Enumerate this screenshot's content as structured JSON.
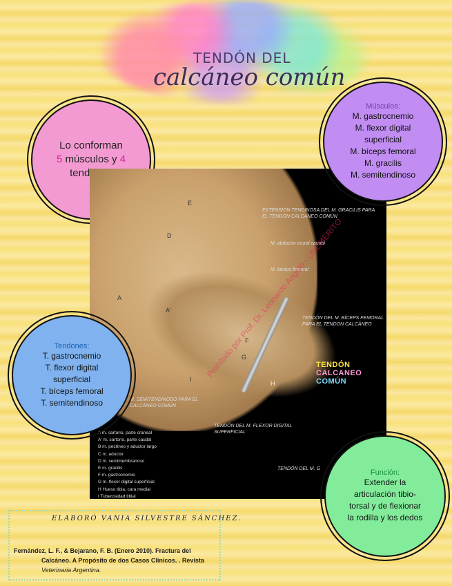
{
  "title": {
    "top": "TENDÓN DEL",
    "main": "calcáneo común"
  },
  "pink_circle": {
    "part1": "Lo conforman",
    "num5": "5",
    "part2": "músculos y",
    "num4": "4",
    "part3": "tendones"
  },
  "muscles": {
    "heading": "Músculos:",
    "items": [
      "M. gastrocnemio",
      "M. flexor digital",
      "superficial",
      "M. bíceps femoral",
      "M. gracilis",
      "M. semitendinoso"
    ]
  },
  "tendons": {
    "heading": "Tendones:",
    "items": [
      "T. gastrocnemio",
      "T. flexor digital",
      "superficial",
      "T. bíceps femoral",
      "T. semitendinoso"
    ]
  },
  "function": {
    "heading": "Función:",
    "items": [
      "Extender la",
      "articulación tibio-",
      "torsal y de flexionar",
      "la rodilla y los dedos"
    ]
  },
  "image": {
    "label_gracilis": "EXTENSIÓN TENDINOSA DEL M. GRACILIS PARA EL TENDÓN CALCÁNEO COMÚN",
    "label_abductor": "M. abductor crural caudal",
    "label_biceps": "M. biceps femoral",
    "label_tendon_biceps": "TENDÓN DEL M. BÍCEPS FEMORAL PARA EL TENDÓN CALCÁNEO",
    "label_semitendinoso": "M. SEMITENDINOSO PARA EL CALCÁNEO COMÚN",
    "label_flexor": "TENDÓN DEL M. FLEXOR DIGITAL SUPERFICIAL",
    "label_g": "TENDÓN DEL M. G",
    "letters": [
      "E",
      "D",
      "A",
      "A'",
      "F",
      "G",
      "H",
      "I"
    ],
    "watermark": "Prohibido por Prof. Dr. Leonardo Angulo - UNEMERITO",
    "legend": [
      "A   m. sartorio, parte craneal",
      "A'  m. sartorio, parte caudal",
      "B   m. pectíneo y aductor largo",
      "C   m. aductor",
      "D   m. semimembranoso",
      "E   m. gracilis",
      "F   m. gastrocnemio",
      "G   m. flexor digital superficial",
      "H   Hueso tibia, cara medial",
      "I   Tuberosidad tibial"
    ]
  },
  "tendon_label": {
    "a": "TENDÓN ",
    "b": "CALCANEO ",
    "c": "COMÚN"
  },
  "credit": {
    "author": "ELABORÓ VANIA SILVESTRE SÁNCHEZ.",
    "ref_line1": "Fernández, L. F., & Bejarano, F. B. (Enero 2010). Fractura del",
    "ref_line2": "Calcáneo. A Propósito de dos Casos Clínicos. . Revista",
    "ref_line3": "Veterinaria Argentina."
  }
}
